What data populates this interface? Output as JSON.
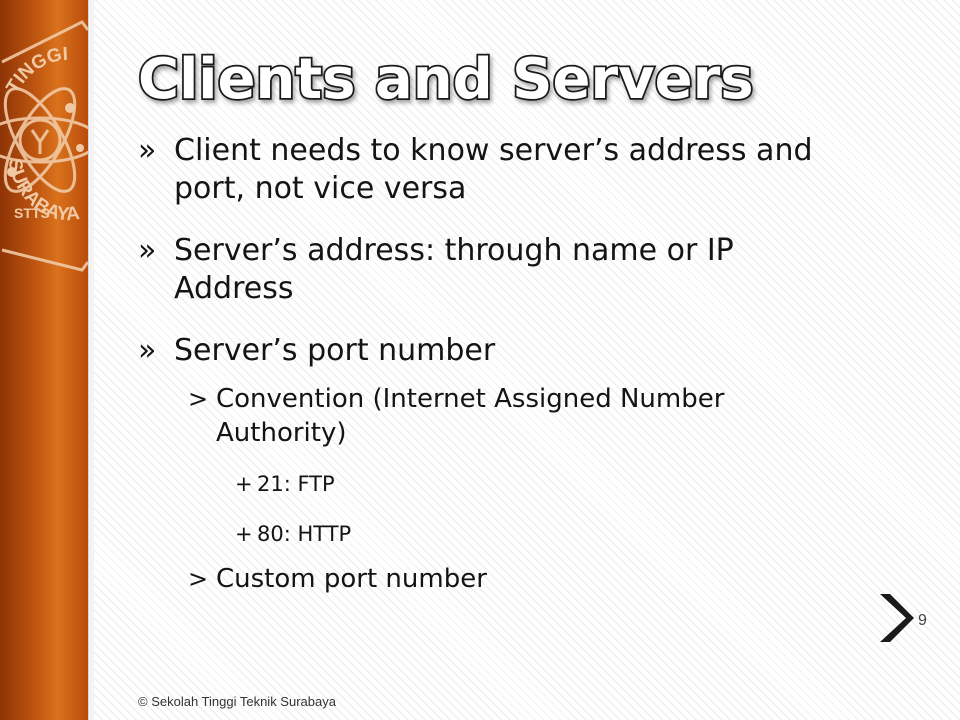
{
  "slide": {
    "title": "Clients and Servers",
    "page_number": "9",
    "footer": "© Sekolah Tinggi Teknik Surabaya",
    "logo": {
      "top_text": "TINGGI",
      "center_text": "STTS",
      "bottom_text": "SURABAYA"
    },
    "bullets": [
      {
        "marker": "»",
        "text": "Client needs to know server’s address and port, not vice versa"
      },
      {
        "marker": "»",
        "text": "Server’s address: through name or IP Address"
      },
      {
        "marker": "»",
        "text": "Server’s port number"
      }
    ],
    "sub_bullets": [
      {
        "marker": ">",
        "text": "Convention (Internet Assigned Number Authority)"
      },
      {
        "marker": ">",
        "text": "Custom port number"
      }
    ],
    "sub_sub_bullets": [
      {
        "marker": "+",
        "text": "21: FTP"
      },
      {
        "marker": "+",
        "text": "80: HTTP"
      }
    ],
    "colors": {
      "sidebar": "#c35a12",
      "title_fill": "#ffffff",
      "title_stroke": "#1a1a1a",
      "text": "#141414"
    }
  }
}
